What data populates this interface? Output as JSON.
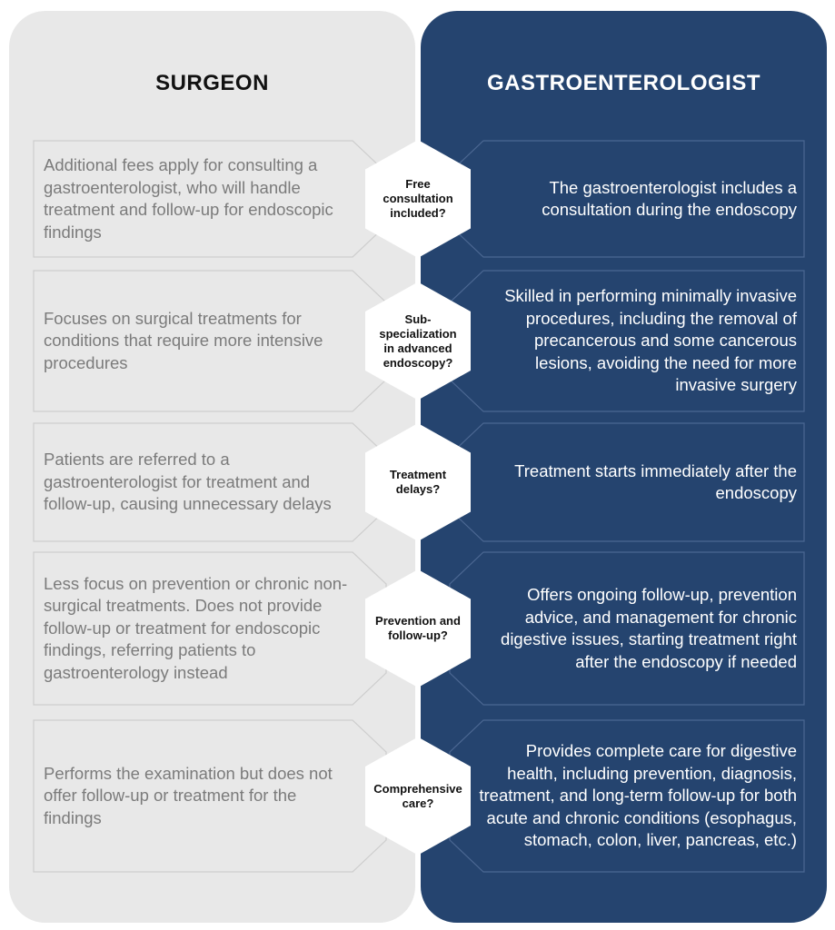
{
  "columns": {
    "left_title": "SURGEON",
    "right_title": "GASTROENTEROLOGIST"
  },
  "colors": {
    "left_bg": "#e8e8e8",
    "right_bg": "#25446f"
  },
  "rows": [
    {
      "question": "Free consultation included?",
      "surgeon": "Additional fees apply for consulting a gastroenterologist, who will handle treatment and follow-up for endoscopic findings",
      "gastro": "The gastroenterologist includes a consultation during the endoscopy"
    },
    {
      "question": "Sub-specialization in advanced endoscopy?",
      "surgeon": "Focuses on surgical treatments for conditions that require more intensive procedures",
      "gastro": "Skilled in performing minimally invasive procedures, including the removal of precancerous and some cancerous lesions, avoiding the need for more invasive surgery"
    },
    {
      "question": "Treatment delays?",
      "surgeon": "Patients are referred to a gastroenterologist for treatment and follow-up, causing unnecessary delays",
      "gastro": "Treatment starts immediately after the endoscopy"
    },
    {
      "question": "Prevention and follow-up?",
      "surgeon": "Less focus on prevention or chronic non-surgical treatments. Does not provide follow-up or treatment for endoscopic findings, referring patients to gastroenterology instead",
      "gastro": "Offers ongoing follow-up, prevention advice, and management for chronic digestive issues, starting treatment right after the endoscopy if needed"
    },
    {
      "question": "Comprehensive care?",
      "surgeon": "Performs the examination but does not offer follow-up or treatment for the findings",
      "gastro": "Provides complete care for digestive health, including prevention, diagnosis, treatment, and long-term follow-up for both acute and chronic conditions (esophagus, stomach, colon, liver, pancreas, etc.)"
    }
  ]
}
